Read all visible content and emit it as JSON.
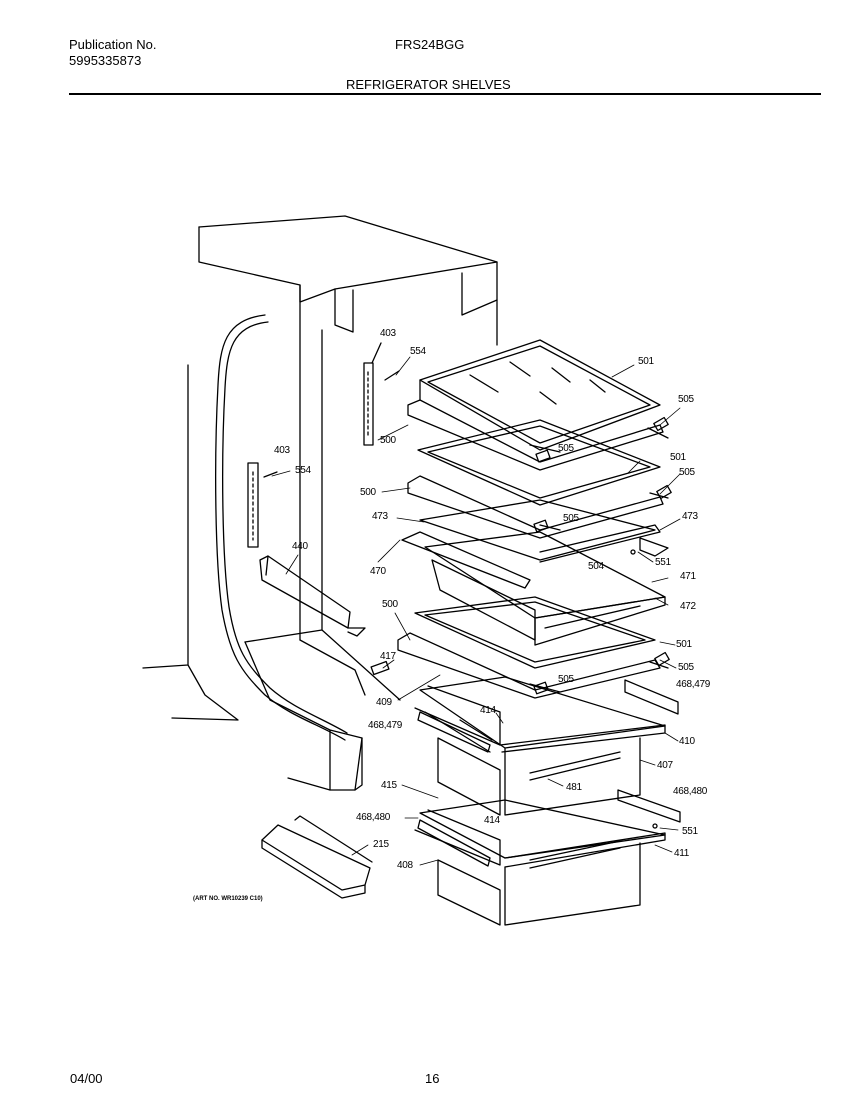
{
  "header": {
    "publication_label": "Publication No.",
    "publication_number": "5995335873",
    "model": "FRS24BGG",
    "section_title": "REFRIGERATOR SHELVES"
  },
  "art_number": "(ART NO. WR10239 C10)",
  "footer": {
    "date": "04/00",
    "page": "16"
  },
  "callouts": [
    {
      "id": "c403a",
      "text": "403"
    },
    {
      "id": "c554a",
      "text": "554"
    },
    {
      "id": "c501a",
      "text": "501"
    },
    {
      "id": "c505a",
      "text": "505"
    },
    {
      "id": "c500a",
      "text": "500"
    },
    {
      "id": "c505b",
      "text": "505"
    },
    {
      "id": "c501b",
      "text": "501"
    },
    {
      "id": "c505c",
      "text": "505"
    },
    {
      "id": "c403b",
      "text": "403"
    },
    {
      "id": "c554b",
      "text": "554"
    },
    {
      "id": "c500b",
      "text": "500"
    },
    {
      "id": "c473a",
      "text": "473"
    },
    {
      "id": "c505d",
      "text": "505"
    },
    {
      "id": "c473b",
      "text": "473"
    },
    {
      "id": "c440",
      "text": "440"
    },
    {
      "id": "c470",
      "text": "470"
    },
    {
      "id": "c504",
      "text": "504"
    },
    {
      "id": "c551a",
      "text": "551"
    },
    {
      "id": "c471",
      "text": "471"
    },
    {
      "id": "c472",
      "text": "472"
    },
    {
      "id": "c500c",
      "text": "500"
    },
    {
      "id": "c501c",
      "text": "501"
    },
    {
      "id": "c505e",
      "text": "505"
    },
    {
      "id": "c417",
      "text": "417"
    },
    {
      "id": "c505f",
      "text": "505"
    },
    {
      "id": "c468a",
      "text": "468,479"
    },
    {
      "id": "c409",
      "text": "409"
    },
    {
      "id": "c414a",
      "text": "414"
    },
    {
      "id": "c468b",
      "text": "468,479"
    },
    {
      "id": "c410",
      "text": "410"
    },
    {
      "id": "c407",
      "text": "407"
    },
    {
      "id": "c481",
      "text": "481"
    },
    {
      "id": "c415",
      "text": "415"
    },
    {
      "id": "c468c",
      "text": "468,480"
    },
    {
      "id": "c468d",
      "text": "468,480"
    },
    {
      "id": "c414b",
      "text": "414"
    },
    {
      "id": "c551b",
      "text": "551"
    },
    {
      "id": "c215",
      "text": "215"
    },
    {
      "id": "c411",
      "text": "411"
    },
    {
      "id": "c408",
      "text": "408"
    }
  ]
}
